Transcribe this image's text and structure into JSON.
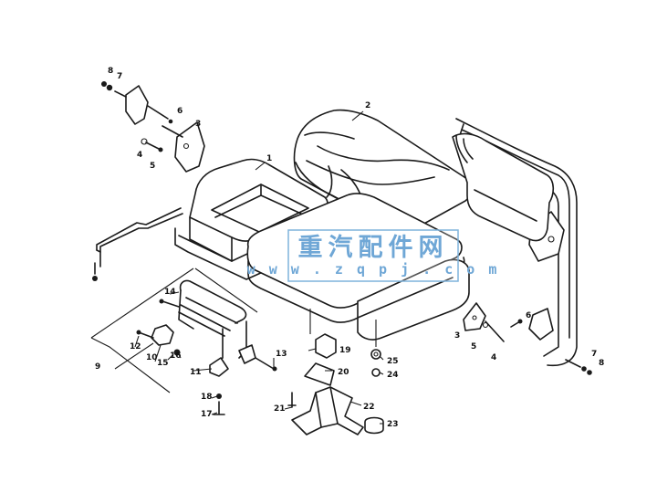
{
  "callouts": [
    "1",
    "2",
    "3",
    "4",
    "5",
    "6",
    "7",
    "8",
    "3",
    "4",
    "5",
    "6",
    "7",
    "8",
    "9",
    "10",
    "11",
    "12",
    "13",
    "14",
    "15",
    "16",
    "17",
    "18",
    "19",
    "20",
    "21",
    "22",
    "23",
    "24",
    "25"
  ],
  "watermark": {
    "name": "重汽配件网",
    "url": "w w w . z q p j . c o m",
    "color": "#6fa7d6"
  }
}
